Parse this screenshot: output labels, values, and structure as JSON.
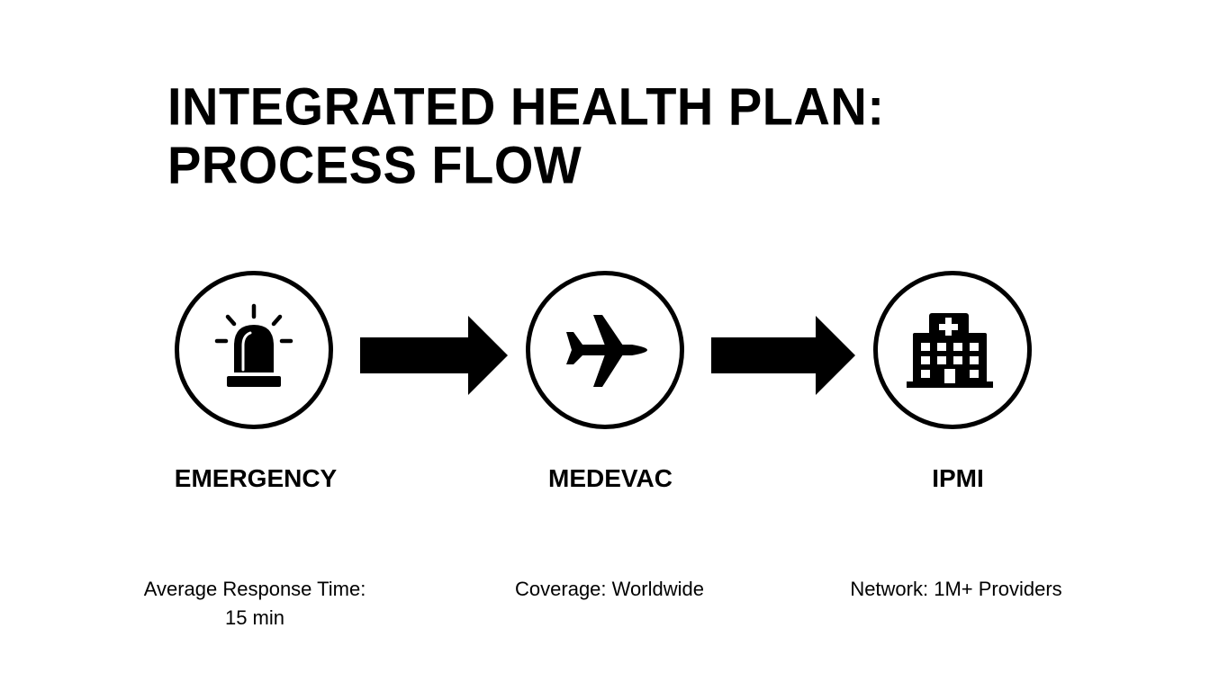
{
  "title": {
    "line1": "INTEGRATED HEALTH PLAN:",
    "line2": "PROCESS FLOW"
  },
  "steps": [
    {
      "icon": "siren-icon",
      "label": "EMERGENCY",
      "description_line1": "Average Response Time:",
      "description_line2": "15 min"
    },
    {
      "icon": "airplane-icon",
      "label": "MEDEVAC",
      "description_line1": "Coverage: Worldwide",
      "description_line2": ""
    },
    {
      "icon": "hospital-icon",
      "label": "IPMI",
      "description_line1": "Network: 1M+ Providers",
      "description_line2": ""
    }
  ],
  "connectors": [
    "arrow-right-icon",
    "arrow-right-icon"
  ],
  "colors": {
    "foreground": "#000000",
    "background": "#ffffff"
  }
}
